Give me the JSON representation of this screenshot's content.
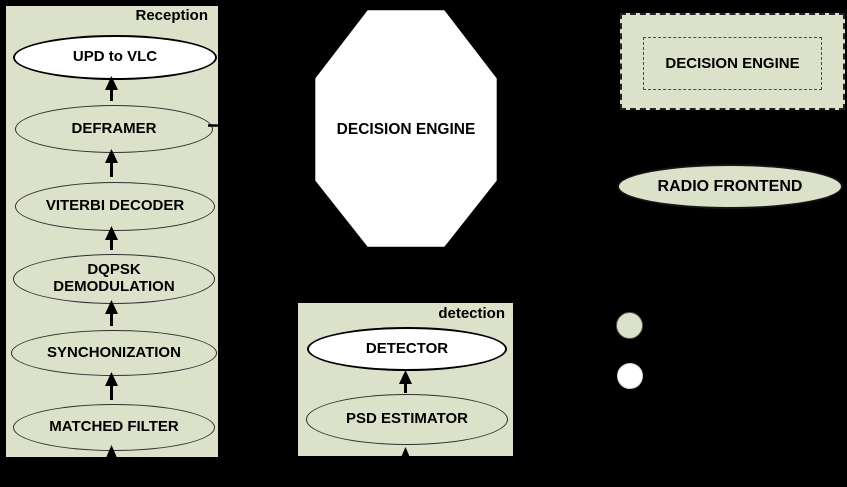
{
  "colors": {
    "background": "#000000",
    "panel_fill": "#dce1ca",
    "highlight_fill": "#ffffff",
    "line": "#000000"
  },
  "reception": {
    "title": "Reception",
    "nodes": [
      {
        "label": "UPD to VLC",
        "highlighted": true
      },
      {
        "label": "DEFRAMER",
        "highlighted": false
      },
      {
        "label": "VITERBI DECODER",
        "highlighted": false
      },
      {
        "label": "DQPSK DEMODULATION",
        "highlighted": false
      },
      {
        "label": "SYNCHONIZATION",
        "highlighted": false
      },
      {
        "label": "MATCHED FILTER",
        "highlighted": false
      }
    ]
  },
  "decision_engine": {
    "label": "DECISION ENGINE",
    "shape": "octagon"
  },
  "detection": {
    "title": "detection",
    "nodes": [
      {
        "label": "DETECTOR",
        "highlighted": true
      },
      {
        "label": "PSD ESTIMATOR",
        "highlighted": false
      }
    ]
  },
  "legend": {
    "decision_engine": {
      "label": "DECISION ENGINE"
    },
    "radio_frontend": {
      "label": "RADIO FRONTEND"
    },
    "markers": [
      {
        "name": "filled-circle",
        "fill": "#dce1ca"
      },
      {
        "name": "empty-circle",
        "fill": "#ffffff"
      }
    ]
  }
}
